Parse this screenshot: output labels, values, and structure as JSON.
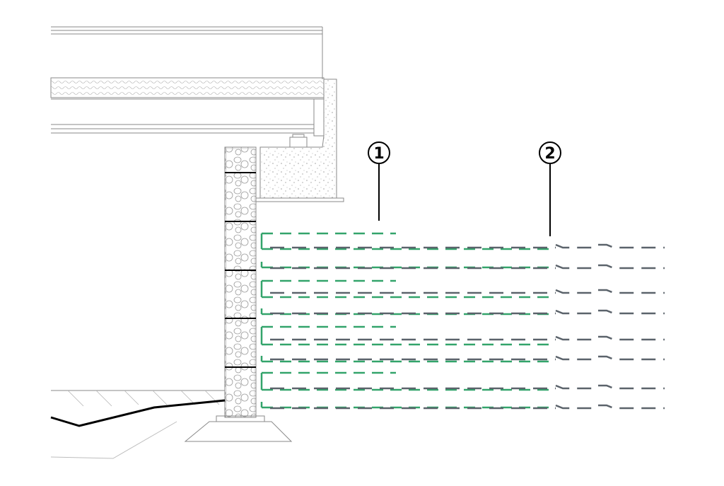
{
  "callouts": [
    {
      "id": "1",
      "label": "1"
    },
    {
      "id": "2",
      "label": "2"
    }
  ],
  "colors": {
    "green": "#33a46b",
    "dark_gray": "#5b636b",
    "outline": "#000000",
    "thin_line": "#8a8a8a",
    "hatch": "#b5b5b5"
  },
  "layers": {
    "green_short_rows": 4,
    "green_long_rows": 8,
    "gray_rows": 8
  }
}
